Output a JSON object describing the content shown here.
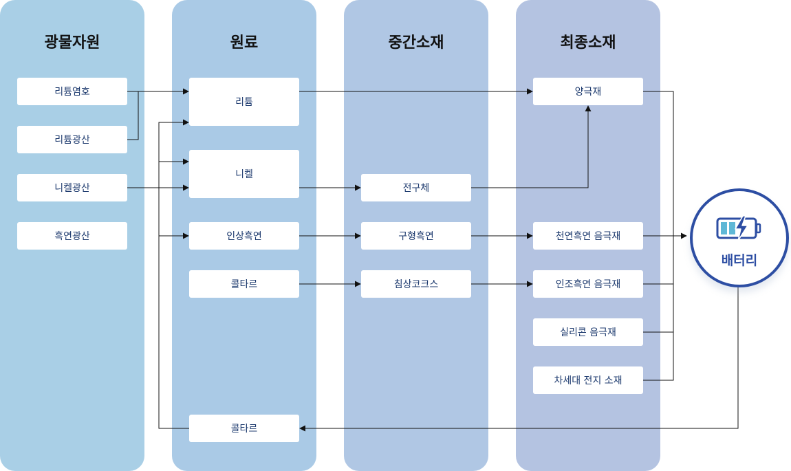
{
  "columns": {
    "mineral": "광물자원",
    "raw": "원료",
    "intermediate": "중간소재",
    "final": "최종소재"
  },
  "nodes": {
    "lithium_brine": "리튬염호",
    "lithium_ore": "리튬광산",
    "nickel_mine": "니켈광산",
    "graphite_mine": "흑연광산",
    "lithium": "리튬",
    "nickel": "니켈",
    "natural_graphite_raw": "인상흑연",
    "coal_tar_1": "콜타르",
    "coal_tar_2": "콜타르",
    "precursor": "전구체",
    "spherical_graphite": "구형흑연",
    "needle_coke": "침상코크스",
    "cathode": "양극재",
    "natural_graphite_anode": "천연흑연 음극재",
    "artificial_graphite_anode": "인조흑연 음극재",
    "silicon_anode": "실리콘 음극재",
    "next_gen_battery_material": "차세대 전지 소재"
  },
  "battery": {
    "label": "배터리"
  },
  "colors": {
    "col1": "#a9cfe6",
    "col2": "#aacae6",
    "col3": "#b0c7e4",
    "col4": "#b4c3e1",
    "ring": "#2d4ea3",
    "line": "#111111"
  }
}
